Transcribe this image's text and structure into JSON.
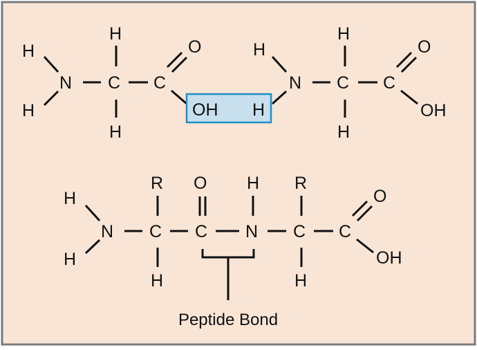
{
  "colors": {
    "background": "#f8e5d6",
    "border": "#7a7a7a",
    "ink": "#111111",
    "highlight_fill": "#c8dfee",
    "highlight_stroke": "#1e8fc6"
  },
  "molecule1": {
    "h_left_top": "H",
    "h_left_bottom": "H",
    "n": "N",
    "h_top": "H",
    "c_alpha": "C",
    "h_bottom": "H",
    "c_carbonyl": "C",
    "o": "O",
    "oh": "OH"
  },
  "molecule2": {
    "h_amine": "H",
    "h_left": "H",
    "n": "N",
    "h_top": "H",
    "c_alpha": "C",
    "h_bottom": "H",
    "c_carboxyl": "C",
    "o": "O",
    "oh": "OH"
  },
  "dipeptide": {
    "h_left_top": "H",
    "h_left_bottom": "H",
    "n1": "N",
    "r1": "R",
    "c_alpha1": "C",
    "h1": "H",
    "o_peptide": "O",
    "c_peptide": "C",
    "h_peptide": "H",
    "n_peptide": "N",
    "r2": "R",
    "c_alpha2": "C",
    "h2": "H",
    "c_carboxyl": "C",
    "o": "O",
    "oh": "OH"
  },
  "caption": "Peptide Bond"
}
